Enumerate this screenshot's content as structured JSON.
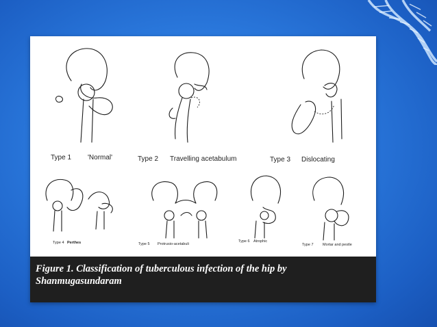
{
  "figure": {
    "types": [
      {
        "number": "Type 1",
        "name": "'Normal'"
      },
      {
        "number": "Type 2",
        "name": "Travelling acetabulum"
      },
      {
        "number": "Type 3",
        "name": "Dislocating"
      },
      {
        "number": "Type 4",
        "name": "Perthes"
      },
      {
        "number": "Type 5",
        "name": "Protrusio-acetabuli"
      },
      {
        "number": "Type 6",
        "name": "Atrophic"
      },
      {
        "number": "Type 7",
        "name": "Mortar and pestle"
      }
    ],
    "caption": "Figure 1. Classification of tuberculous infection of the hip by Shanmugasundaram"
  },
  "colors": {
    "background": "#2a78dc",
    "caption_bar": "#1f1f1f",
    "caption_text": "#ffffff"
  }
}
